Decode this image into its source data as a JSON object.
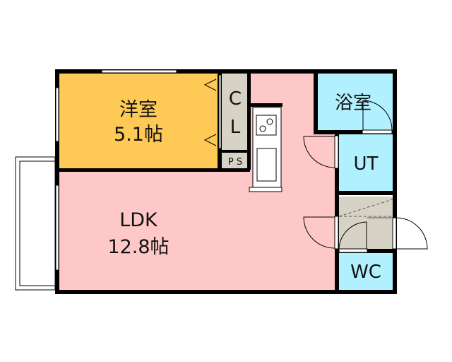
{
  "rooms": {
    "western": {
      "name": "洋室",
      "size": "5.1帖"
    },
    "ldk": {
      "name": "LDK",
      "size": "12.8帖"
    },
    "closet": {
      "line1": "C",
      "line2": "L"
    },
    "ps": {
      "label": "P S"
    },
    "bath": {
      "name": "浴室"
    },
    "ut": {
      "name": "UT"
    },
    "wc": {
      "name": "WC"
    }
  },
  "colors": {
    "western": "#FFC955",
    "ldk": "#FFC8C8",
    "wet": "#B0F0FF",
    "storage": "#D6D2C6",
    "wall": "#000000"
  }
}
